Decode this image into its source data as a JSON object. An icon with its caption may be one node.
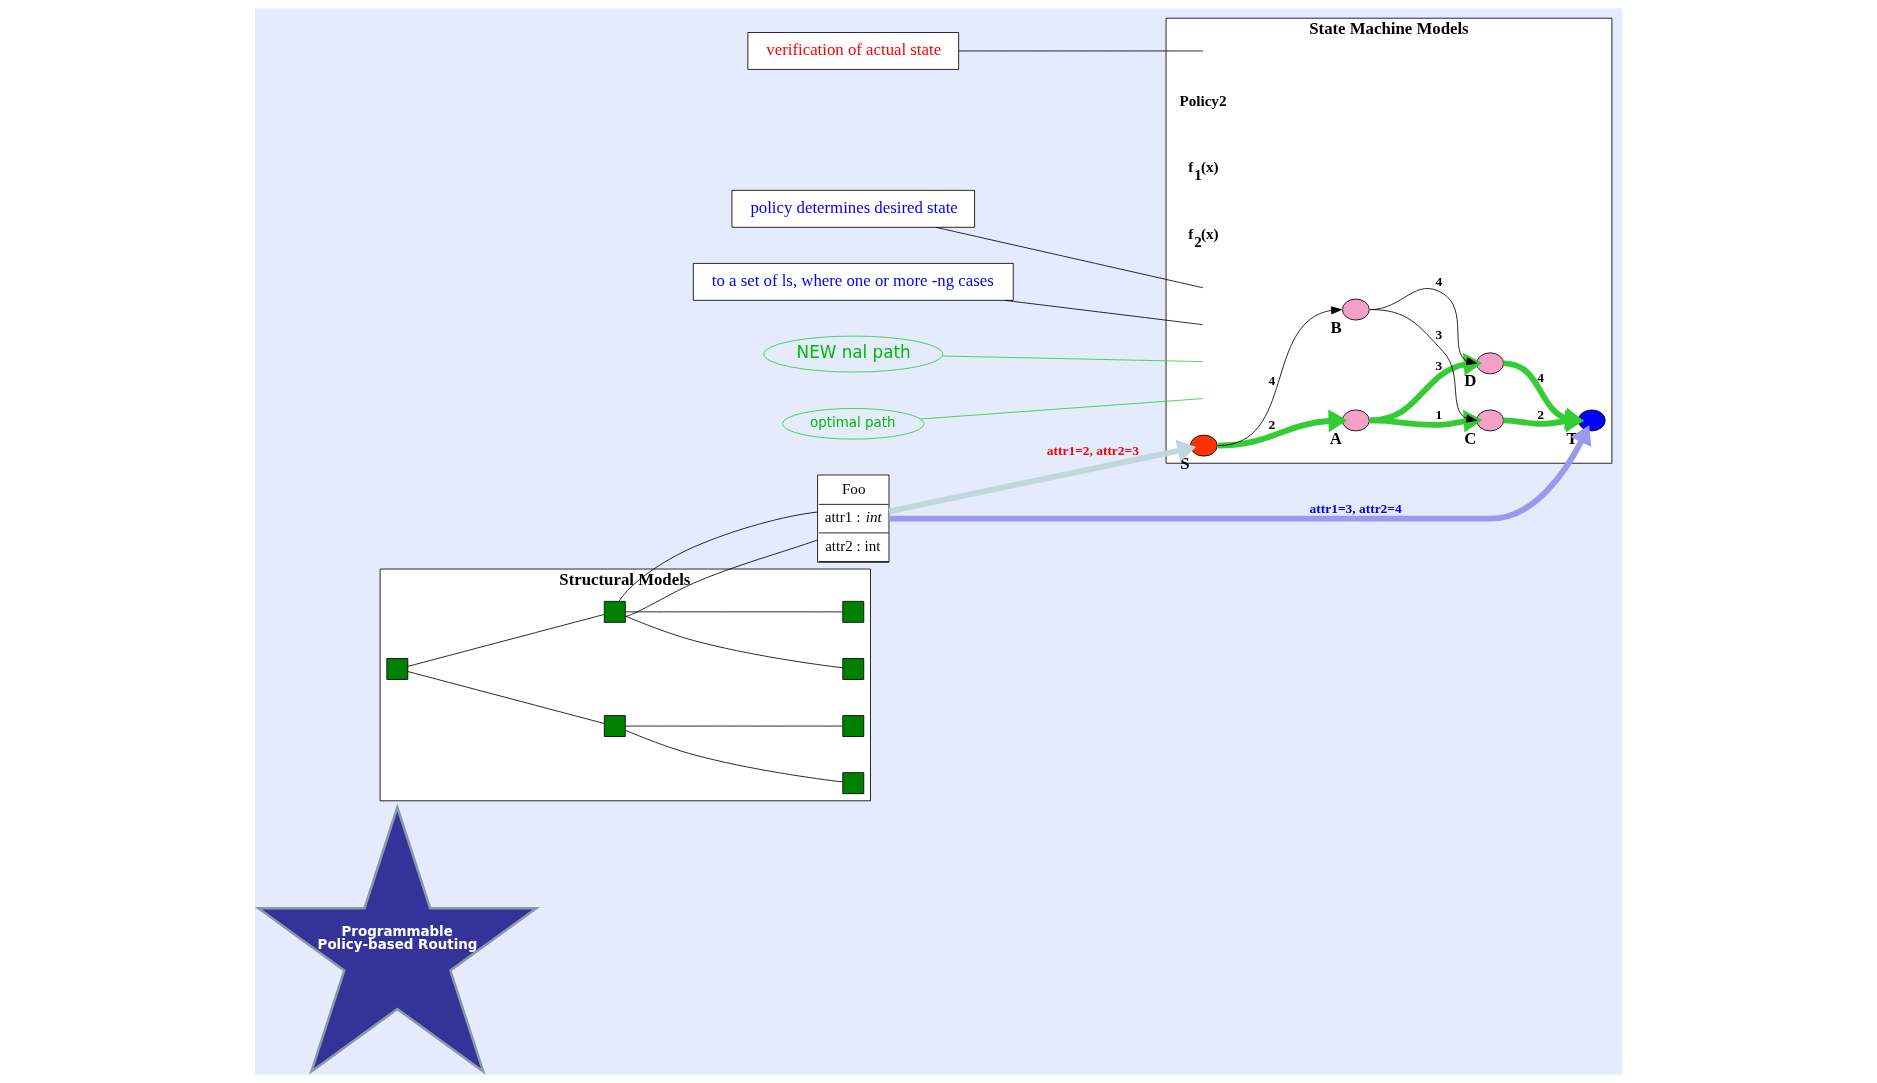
{
  "diagram": {
    "nodes": [
      {
        "text": [
          "Programmable Policy-based Routing"
        ]
      },
      {
        "text": [
          "verification of actual state"
        ]
      },
      {
        "text": [
          "policy determines desired state"
        ]
      },
      {
        "text": [
          "to a set of ls, where one or more -ng cases"
        ]
      },
      {
        "text": [
          "NEW nal path"
        ]
      },
      {
        "text": [
          "optimal path"
        ]
      },
      {
        "text": [
          "Structural Models"
        ]
      },
      {
        "text": [],
        "shape": "box",
        "in": 6
      },
      {
        "text": [],
        "shape": "box",
        "in": 6
      },
      {
        "text": [],
        "shape": "box",
        "in": 6
      },
      {
        "text": [],
        "shape": "box",
        "in": 6
      },
      {
        "text": [],
        "shape": "box",
        "in": 6
      },
      {
        "text": [],
        "shape": "box",
        "in": 6
      },
      {
        "text": [],
        "shape": "box",
        "in": 6
      },
      {
        "text": [
          "Foo",
          "attr1 : *int*",
          "attr2 : int"
        ]
      },
      {
        "text": [
          "State Machine Models"
        ]
      },
      {
        "text": [],
        "shape": "circle",
        "beside": [
          "S"
        ],
        "in": 15
      },
      {
        "text": [],
        "shape": "circle",
        "beside": [
          "A"
        ],
        "in": 15
      },
      {
        "text": [],
        "shape": "circle",
        "beside": [
          "B"
        ],
        "in": 15
      },
      {
        "text": [],
        "shape": "circle",
        "beside": [
          "C"
        ],
        "in": 15
      },
      {
        "text": [],
        "shape": "circle",
        "beside": [
          "D"
        ],
        "in": 15
      },
      {
        "text": [],
        "shape": "circle",
        "beside": [
          "T"
        ],
        "in": 15
      }
    ],
    "edges": [
      {
        "from": 7,
        "to": 8,
        "arrow": "none"
      },
      {
        "from": 7,
        "to": 9,
        "arrow": "none"
      },
      {
        "from": 8,
        "to": 10,
        "arrow": "none"
      },
      {
        "from": 8,
        "to": 11,
        "arrow": "none"
      },
      {
        "from": 9,
        "to": 12,
        "arrow": "none"
      },
      {
        "from": 9,
        "to": 13,
        "arrow": "none"
      },
      {
        "from": 9,
        "to": 14,
        "arrow": "none"
      },
      {
        "from": 9,
        "to": 14,
        "arrow": "none"
      },
      {
        "from": 14,
        "to": 16,
        "arrow": "to",
        "label": "attr1=2, attr2=3",
        "style": "thick",
        "color": "#c0d8dc"
      },
      {
        "from": 14,
        "to": 21,
        "arrow": "to",
        "label": "attr1=3, attr2=4",
        "style": "thick",
        "color": "#9999ee"
      },
      {
        "from": 16,
        "to": 17,
        "arrow": "to",
        "label": "2",
        "style": "thick",
        "color": "#33cc33"
      },
      {
        "from": 16,
        "to": 18,
        "arrow": "to",
        "label": "4"
      },
      {
        "from": 17,
        "to": 19,
        "arrow": "to",
        "label": "1",
        "style": "thick",
        "color": "#33cc33"
      },
      {
        "from": 17,
        "to": 20,
        "arrow": "to",
        "label": "3",
        "style": "thick",
        "color": "#33cc33"
      },
      {
        "from": 18,
        "to": 19,
        "arrow": "to",
        "label": "3"
      },
      {
        "from": 18,
        "to": 20,
        "arrow": "to",
        "label": "4"
      },
      {
        "from": 19,
        "to": 21,
        "arrow": "to",
        "label": "2",
        "style": "thick",
        "color": "#33cc33"
      },
      {
        "from": 20,
        "to": 21,
        "arrow": "to",
        "label": "4",
        "style": "thick",
        "color": "#33cc33"
      },
      {
        "from": 1,
        "to": null,
        "arrow": "none"
      },
      {
        "from": 2,
        "to": null,
        "arrow": "none"
      },
      {
        "from": 3,
        "to": null,
        "arrow": "none"
      },
      {
        "from": 4,
        "to": null,
        "arrow": "none",
        "color": "#33cc33"
      },
      {
        "from": 5,
        "to": null,
        "arrow": "none",
        "color": "#33cc33"
      }
    ],
    "labels": [
      "Policy2",
      "f$_{1}$(x)",
      "f$_{2}$(x)"
    ]
  }
}
